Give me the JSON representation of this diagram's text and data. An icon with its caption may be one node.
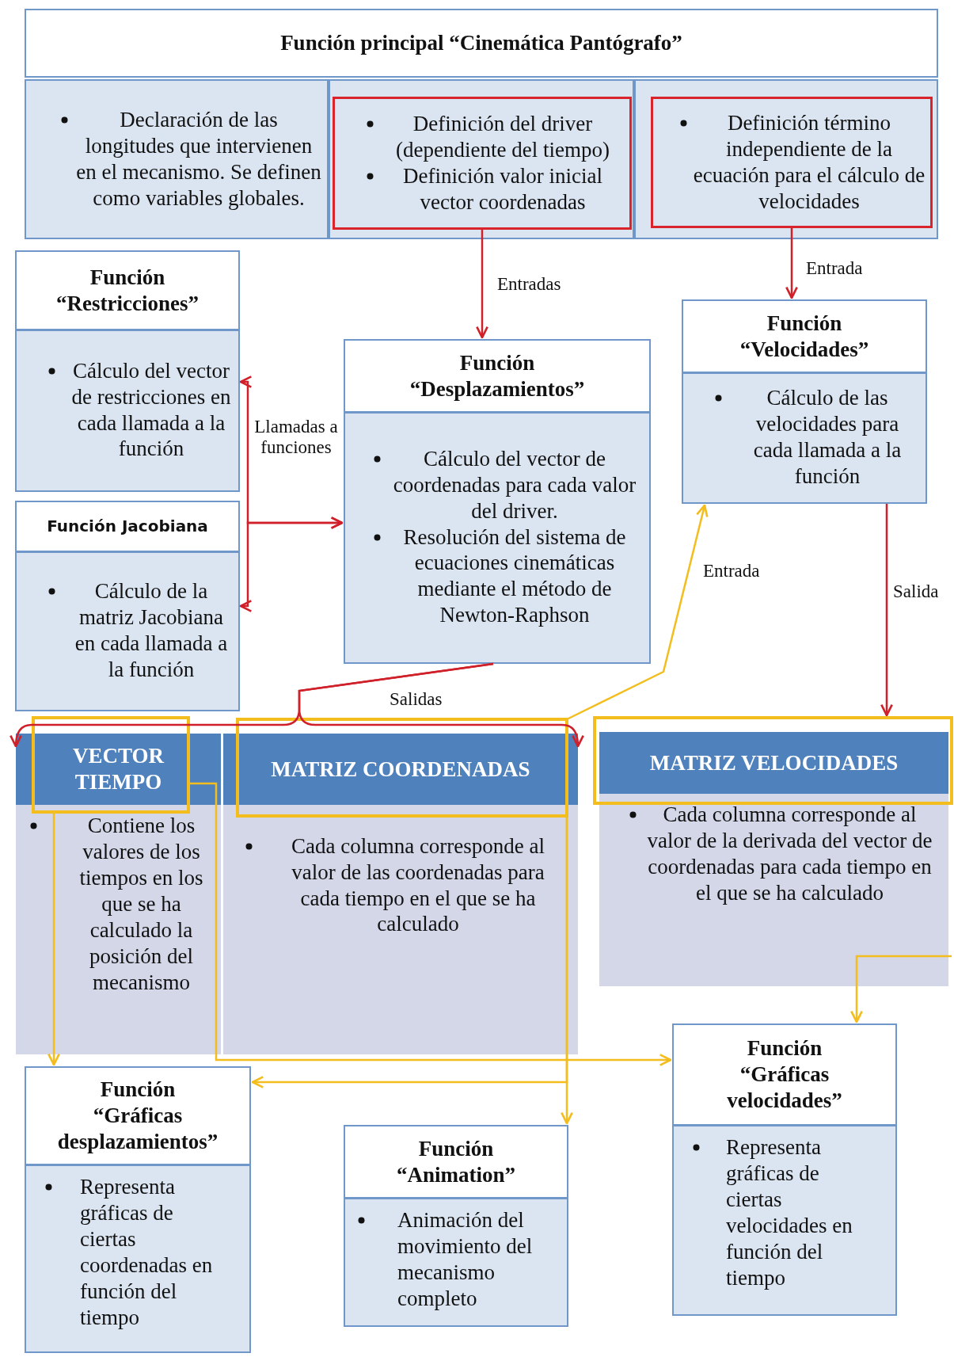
{
  "diagram": {
    "title": "Función principal “Cinemática Pantógrafo”",
    "nodes": [
      {
        "text": [
          "Declaración de las longitudes que intervienen en el mecanismo. Se definen como variables globales."
        ]
      },
      {
        "text": [
          "Definición del driver (dependiente del tiempo)",
          "Definición valor inicial vector coordenadas"
        ]
      },
      {
        "text": [
          "Definición término independiente de la ecuación para el cálculo de velocidades"
        ]
      },
      {
        "text": [
          "Función “Restricciones”",
          "Cálculo del vector de restricciones en cada llamada a la función"
        ]
      },
      {
        "text": [
          "Función Jacobiana",
          "Cálculo de la matriz Jacobiana en cada llamada a la función"
        ]
      },
      {
        "text": [
          "Función “Desplazamientos”",
          "Cálculo del vector de coordenadas para cada valor del driver.",
          "Resolución del sistema de ecuaciones cinemáticas mediante el método de Newton-Raphson"
        ]
      },
      {
        "text": [
          "Función “Velocidades”",
          "Cálculo de las velocidades para cada llamada a la función"
        ]
      },
      {
        "text": [
          "VECTOR TIEMPO",
          "Contiene los valores de los tiempos en los que se ha calculado la posición del mecanismo"
        ]
      },
      {
        "text": [
          "MATRIZ COORDENADAS",
          "Cada columna corresponde al valor de las coordenadas para cada tiempo en el que se ha calculado"
        ]
      },
      {
        "text": [
          "MATRIZ VELOCIDADES",
          "Cada columna corresponde al valor de la derivada del vector de coordenadas para cada tiempo en el que se ha calculado"
        ]
      },
      {
        "text": [
          "Función “Gráficas desplazamientos”",
          "Representa gráficas de ciertas coordenadas en función del tiempo"
        ]
      },
      {
        "text": [
          "Función “Animation”",
          "Animación del movimiento del mecanismo completo"
        ]
      },
      {
        "text": [
          "Función “Gráficas velocidades”",
          "Representa gráficas de ciertas velocidades en función del tiempo"
        ]
      }
    ],
    "edges": [
      {
        "from": 1,
        "to": 5,
        "arrow": "to",
        "label": "Entradas"
      },
      {
        "from": 2,
        "to": 6,
        "arrow": "to",
        "label": "Entrada"
      },
      {
        "from": 3,
        "to": 5,
        "arrow": "both",
        "label": "Llamadas a funciones"
      },
      {
        "from": 4,
        "to": 5,
        "arrow": "both"
      },
      {
        "from": 5,
        "to": 7,
        "arrow": "to",
        "label": "Salidas"
      },
      {
        "from": 5,
        "to": 8,
        "arrow": "to"
      },
      {
        "from": 6,
        "to": 9,
        "arrow": "to",
        "label": "Salida"
      },
      {
        "from": 8,
        "to": 6,
        "arrow": "to",
        "label": "Entrada",
        "color": "#f2bd1d"
      },
      {
        "from": 7,
        "to": 10,
        "arrow": "to",
        "color": "#f2bd1d"
      },
      {
        "from": 7,
        "to": 12,
        "arrow": "to",
        "color": "#f2bd1d"
      },
      {
        "from": 8,
        "to": 10,
        "arrow": "to",
        "color": "#f2bd1d"
      },
      {
        "from": 8,
        "to": 11,
        "arrow": "to",
        "color": "#f2bd1d"
      },
      {
        "from": 9,
        "to": 12,
        "arrow": "to",
        "color": "#f2bd1d"
      }
    ]
  }
}
